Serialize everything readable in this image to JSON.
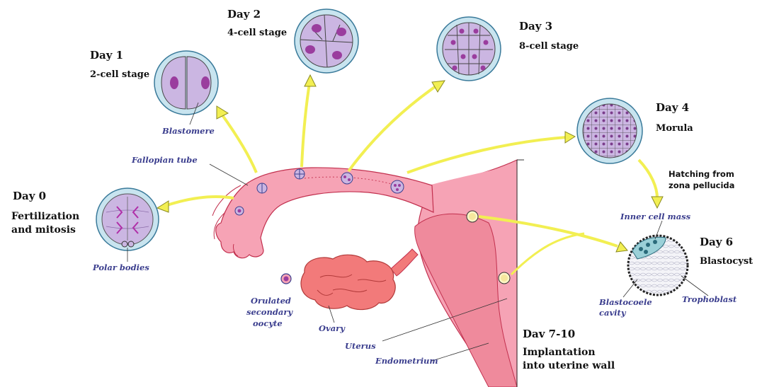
{
  "days": {
    "day0": "Day 0",
    "day1": "Day 1",
    "day2": "Day 2",
    "day3": "Day 3",
    "day4": "Day 4",
    "day6": "Day 6",
    "day7": "Dav 7-10"
  },
  "stages": {
    "fertilization_line1": "Fertilization",
    "fertilization_line2": "and mitosis",
    "two_cell": "2-cell stage",
    "four_cell": "4-cell stage",
    "eight_cell": "8-cell stage",
    "morula": "Morula",
    "blastocyst": "Blastocyst",
    "implantation_line1": "Implantation",
    "implantation_line2": "into uterine wall",
    "hatching_line1": "Hatching from",
    "hatching_line2": "zona pellucida"
  },
  "parts": {
    "blastomere": "Blastomere",
    "fallopian_tube": "Fallopian tube",
    "polar_bodies": "Polar bodies",
    "inner_cell_mass": "Inner cell mass",
    "blastocoele_line1": "Blastocoele",
    "blastocoele_line2": "cavity",
    "trophoblast": "Trophoblast",
    "ovulated_line1": "Orulated",
    "ovulated_line2": "secondary",
    "ovulated_line3": "oocyte",
    "ovary": "Ovary",
    "uterus": "Uterus",
    "endometrium": "Endometrium"
  },
  "colors": {
    "tissue": "#f6a3b5",
    "tissue_outline": "#c2304e",
    "endometrium": "#ef8a9c",
    "ovary": "#f27a7a",
    "cell_fill": "#cbb6e2",
    "nucleus": "#9a3d9e",
    "zona": "#c8e4ef",
    "arrow": "#f2ef52",
    "label_blue": "#3b3e8e"
  }
}
